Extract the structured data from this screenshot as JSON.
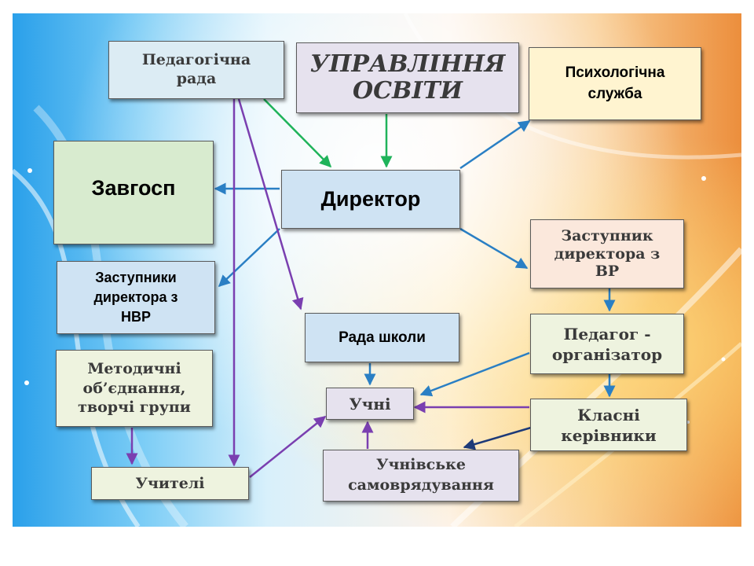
{
  "diagram": {
    "pedagogichna_rada": [
      "Педагогічна",
      "рада"
    ],
    "upravlinnia_osvity": [
      "УПРАВЛІННЯ",
      "ОСВІТИ"
    ],
    "psykholohichna_sluzhba": [
      "Психологічна",
      "служба"
    ],
    "zavhosp": "Завгосп",
    "dyrektor": "Директор",
    "zastupnyk_vr": [
      "Заступник",
      "директора з",
      "ВР"
    ],
    "zastupnyky_nvr": [
      "Заступники",
      "директора з",
      "НВР"
    ],
    "rada_shkoly": "Рада школи",
    "pedahoh_orhanizator": [
      "Педагог -",
      "організатор"
    ],
    "metodychni": [
      "Методичні",
      "об’єднання,",
      "творчі групи"
    ],
    "uchni": "Учні",
    "klasni_kerivnyky": [
      "Класні",
      "керівники"
    ],
    "uchnivske": [
      "Учнівське",
      "самоврядування"
    ],
    "uchyteli": "Учителі"
  },
  "colors": {
    "green_arrow": "#1fb35a",
    "blue_arrow": "#2a7fc4",
    "purple_arrow": "#7a3fb0",
    "navy_arrow": "#1d3a78",
    "box_light_blue": "#dcecf4",
    "box_lavender": "#e6e2ee",
    "box_cream": "#fff4d0",
    "box_green": "#d8ebcf",
    "box_blue": "#cfe3f3",
    "box_peach": "#fbe8dc",
    "box_pale_green": "#eef3df"
  }
}
